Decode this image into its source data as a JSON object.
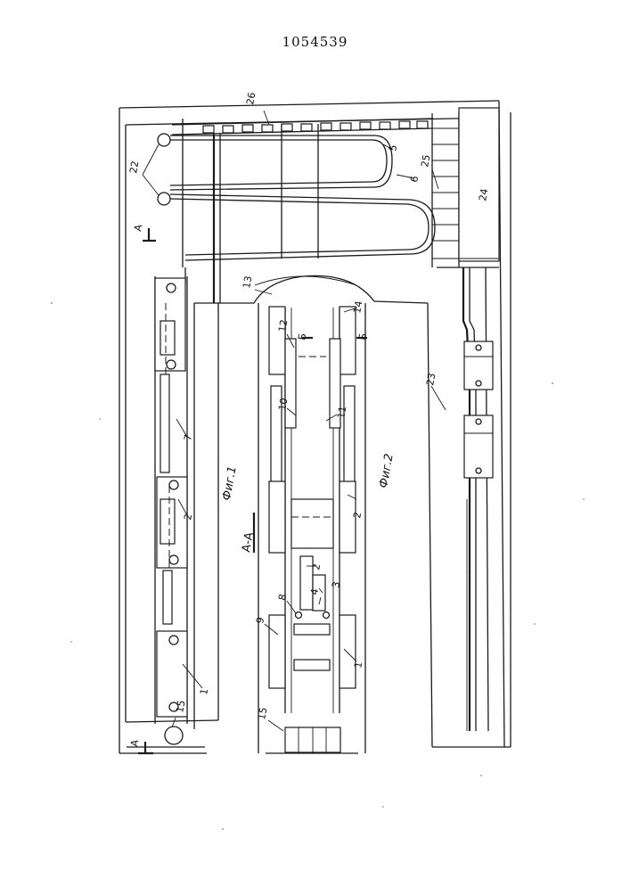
{
  "document": {
    "patent_number": "1054539",
    "fig1_caption": "Фиг.1",
    "fig2_caption": "Фиг.2",
    "section_label": "А-А",
    "view_a_label": "А",
    "view_b_label": "Б"
  },
  "callouts": {
    "c26": "26",
    "c22": "22",
    "c5": "5",
    "c6": "6",
    "c25": "25",
    "c24": "24",
    "c13": "13",
    "c14": "14",
    "c12": "12",
    "c10": "10",
    "c11": "11",
    "c7": "7",
    "c23": "23",
    "c2a": "2",
    "c2b": "2",
    "c2c": "2",
    "c4": "4",
    "c3": "3",
    "c8": "8",
    "c9": "9",
    "c1a": "1",
    "c1b": "1",
    "c15a": "15",
    "c15b": "15"
  }
}
